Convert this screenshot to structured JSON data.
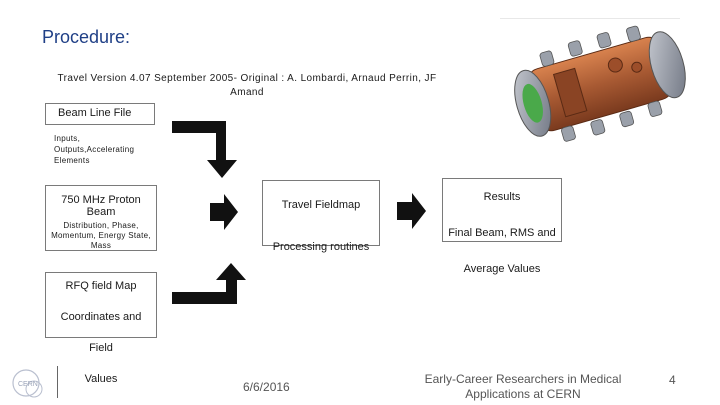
{
  "title": "Procedure:",
  "subtitle": "Travel Version 4.07 September 2005- Original : A. Lombardi, Arnaud Perrin, JF Amand",
  "boxes": {
    "beam_line": "Beam Line File",
    "beam_details": [
      "Inputs,",
      "Outputs,Accelerating",
      "Elements"
    ],
    "proton": {
      "title": [
        "750 MHz Proton",
        "Beam"
      ],
      "details": [
        "Distribution, Phase,",
        "Momentum, Energy State,",
        "Mass"
      ]
    },
    "fieldmap": [
      "Travel Fieldmap",
      "Processing routines"
    ],
    "results": [
      "Results",
      "Final Beam, RMS and",
      "Average Values"
    ],
    "rfq": [
      "RFQ field Map",
      "Coordinates and",
      "Field",
      "Values"
    ]
  },
  "footer": {
    "date": "6/6/2016",
    "event": [
      "Early-Career Researchers in Medical",
      "Applications at CERN"
    ],
    "page": "4"
  },
  "logo_text": "CERN",
  "colors": {
    "title": "#1f3f86",
    "arrow": "#111111",
    "border": "#7a7a7a"
  }
}
